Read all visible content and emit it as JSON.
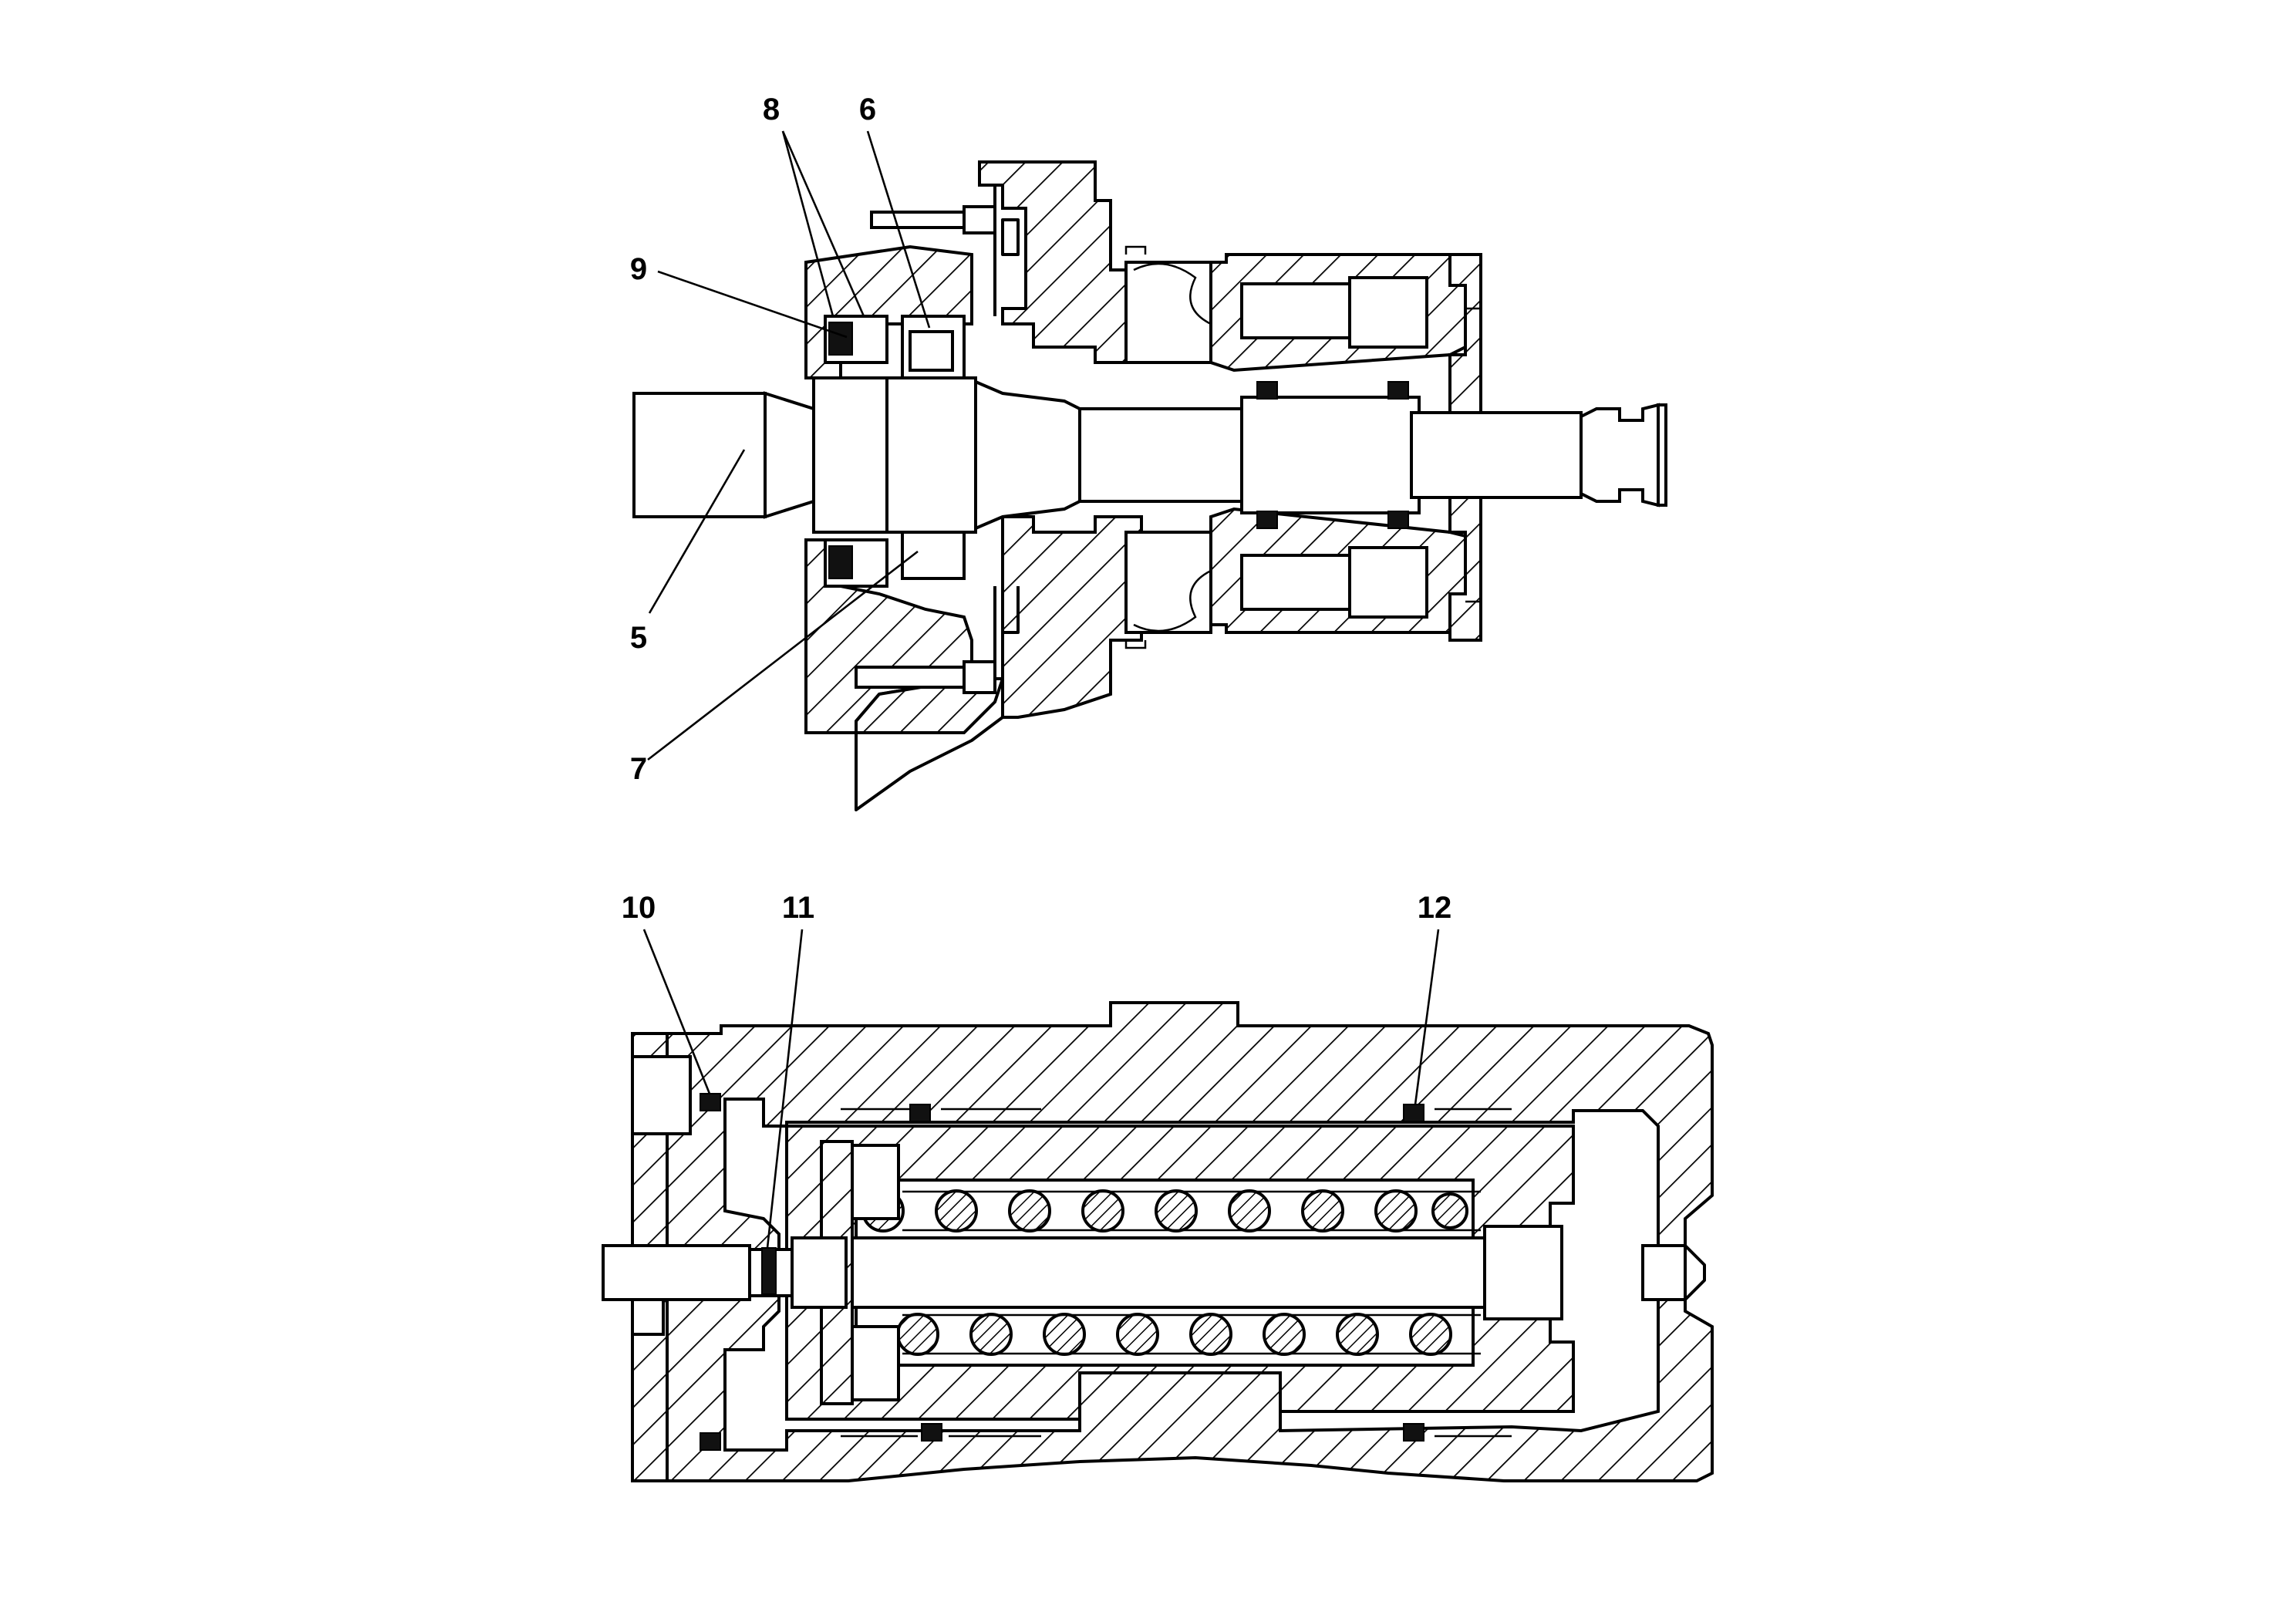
{
  "callouts": {
    "c5": "5",
    "c6": "6",
    "c7": "7",
    "c8": "8",
    "c9": "9",
    "c10": "10",
    "c11": "11",
    "c12": "12"
  },
  "colors": {
    "ink": "#000000",
    "paper": "#ffffff"
  },
  "views": [
    {
      "name": "pump-shaft-cross-section",
      "callouts": [
        "5",
        "6",
        "7",
        "8",
        "9"
      ]
    },
    {
      "name": "valve-cross-section",
      "callouts": [
        "10",
        "11",
        "12"
      ]
    }
  ]
}
